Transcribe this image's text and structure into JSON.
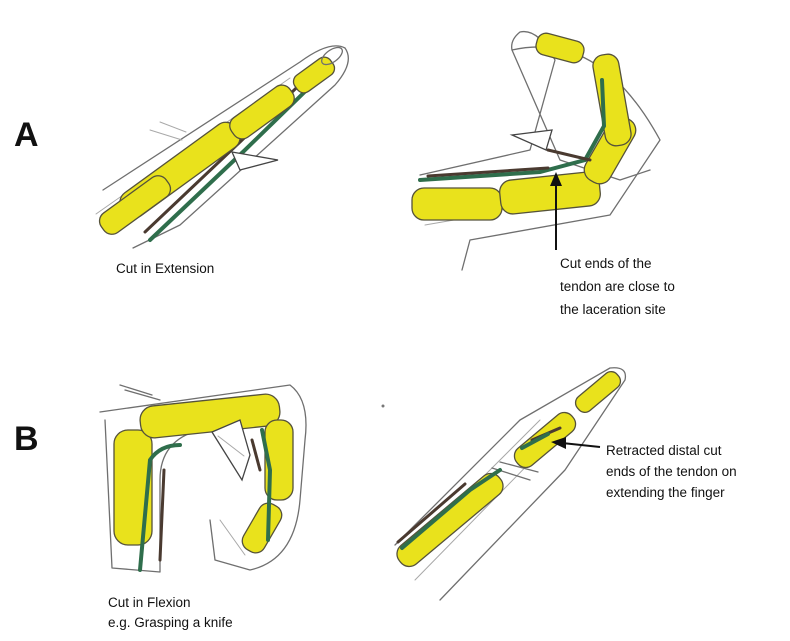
{
  "panels": [
    {
      "letter": "A",
      "left_caption": [
        "Cut in Extension"
      ],
      "right_caption": [
        "Cut ends of the",
        "tendon are close to",
        "the laceration site"
      ]
    },
    {
      "letter": "B",
      "left_caption": [
        "Cut in Flexion",
        "e.g. Grasping a knife"
      ],
      "right_caption": [
        "Retracted distal cut",
        "ends of the tendon on",
        "extending the finger"
      ]
    }
  ],
  "colors": {
    "bone": "#e9e21c",
    "tendon_green": "#2f6e4c",
    "tendon_brown": "#4a3a30",
    "skin_outline": "#6f6f6f"
  }
}
